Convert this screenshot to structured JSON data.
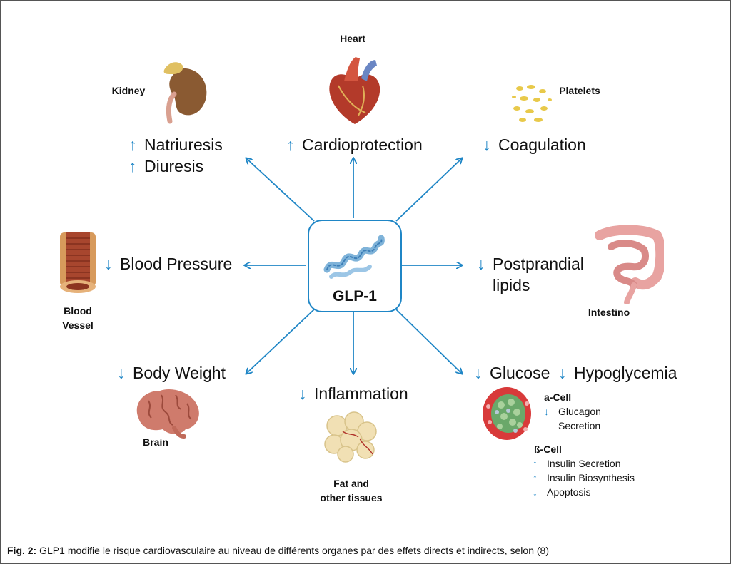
{
  "center": {
    "label": "GLP-1"
  },
  "nodes": {
    "heart": {
      "organ": "Heart",
      "effects": [
        {
          "dir": "up",
          "text": "Cardioprotection"
        }
      ]
    },
    "kidney": {
      "organ": "Kidney",
      "effects": [
        {
          "dir": "up",
          "text": "Natriuresis"
        },
        {
          "dir": "up",
          "text": "Diuresis"
        }
      ]
    },
    "platelets": {
      "organ": "Platelets",
      "effects": [
        {
          "dir": "down",
          "text": "Coagulation"
        }
      ]
    },
    "vessel": {
      "organ_line1": "Blood",
      "organ_line2": "Vessel",
      "effects": [
        {
          "dir": "down",
          "text": "Blood Pressure"
        }
      ]
    },
    "intestine": {
      "organ": "Intestino",
      "effects": [
        {
          "dir": "down",
          "text": "Postprandial"
        }
      ],
      "effect_line2": "lipids"
    },
    "brain": {
      "organ": "Brain",
      "effects": [
        {
          "dir": "down",
          "text": "Body Weight"
        }
      ]
    },
    "fat": {
      "organ_line1": "Fat and",
      "organ_line2": "other tissues",
      "effects": [
        {
          "dir": "down",
          "text": "Inflammation"
        }
      ]
    },
    "pancreas": {
      "effects": [
        {
          "dir": "down",
          "text": "Glucose"
        },
        {
          "dir": "down",
          "text": "Hypoglycemia"
        }
      ],
      "alpha": {
        "title": "a-Cell",
        "items": [
          {
            "dir": "down",
            "text": "Glucagon"
          }
        ],
        "item_line2": "Secretion"
      },
      "beta": {
        "title": "ß-Cell",
        "items": [
          {
            "dir": "up",
            "text": "Insulin Secretion"
          },
          {
            "dir": "up",
            "text": "Insulin Biosynthesis"
          },
          {
            "dir": "down",
            "text": "Apoptosis"
          }
        ]
      }
    }
  },
  "caption": {
    "prefix": "Fig. 2:",
    "text": " GLP1 modifie le risque cardiovasculaire  au niveau de différents organes par des effets directs et indirects, selon (8)"
  },
  "colors": {
    "accent": "#1f86c6"
  },
  "arrow_glyphs": {
    "up": "↑",
    "down": "↓"
  }
}
